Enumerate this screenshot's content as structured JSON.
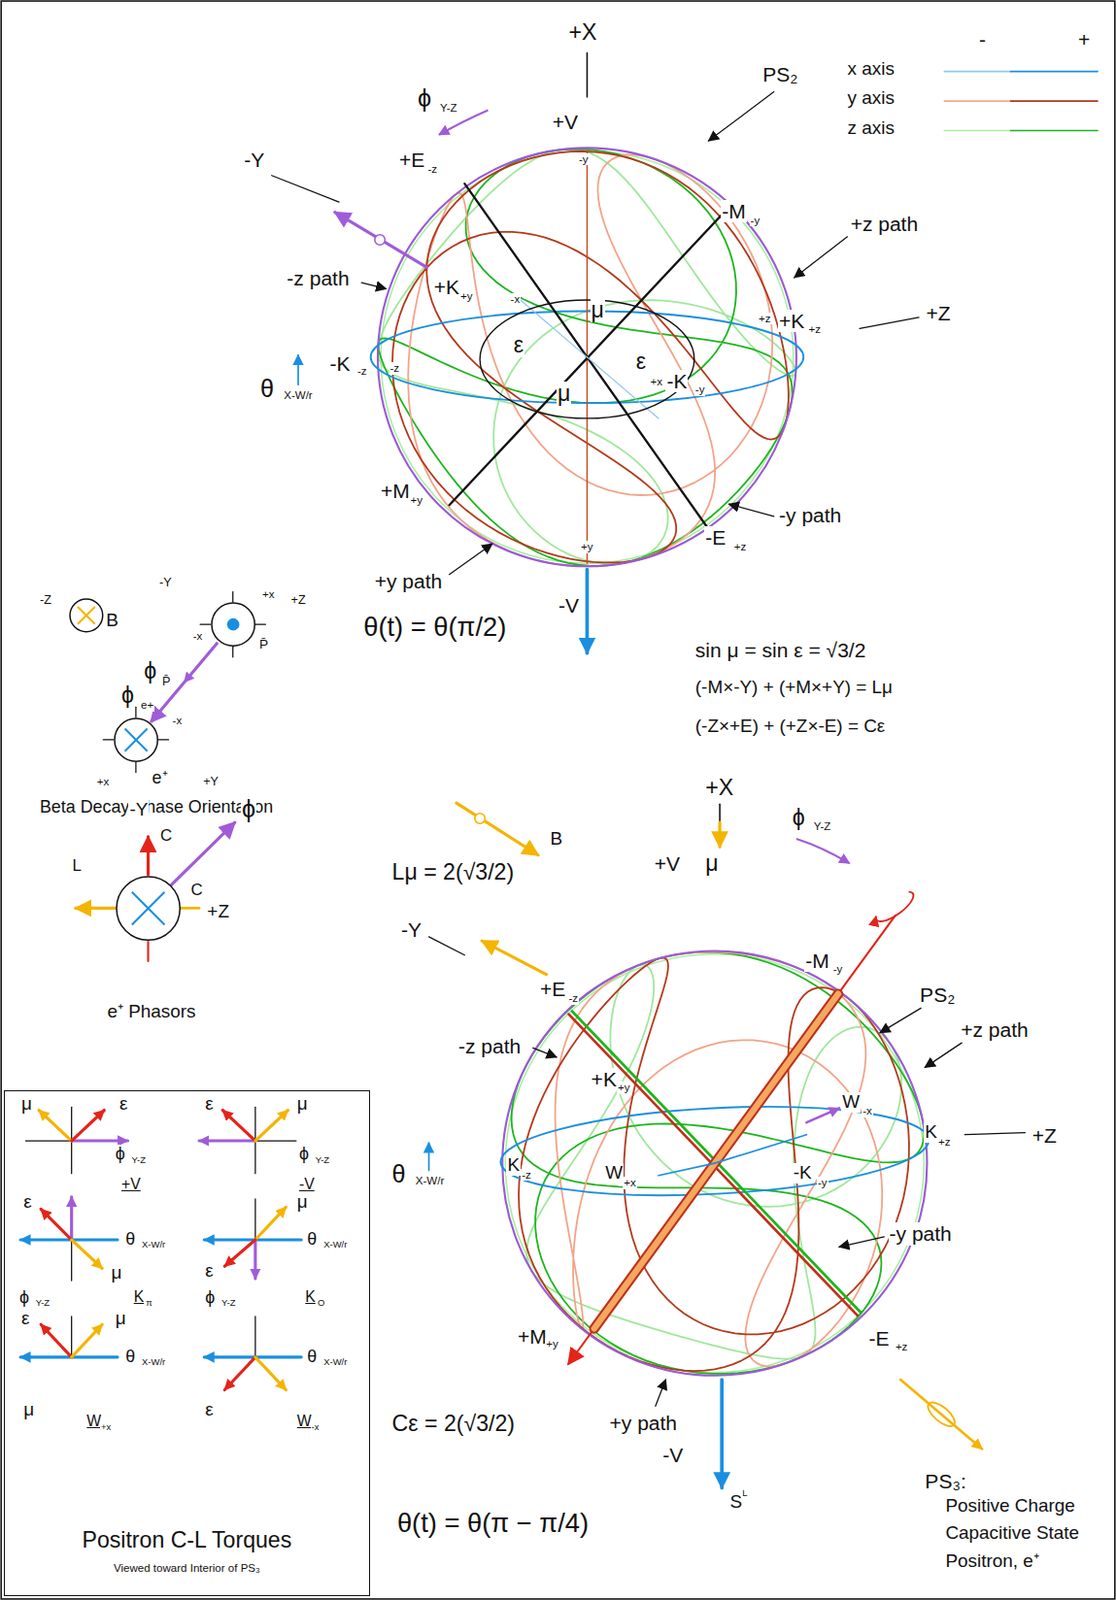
{
  "diagram": {
    "nodes": [
      {
        "text": [
          "B"
        ]
      },
      {
        "text": [
          "P̄"
        ]
      },
      {
        "text": [
          "e⁺"
        ]
      },
      {
        "text": [
          "e⁺ Phasors"
        ]
      },
      {
        "text": [
          "Positron C-L Torques",
          "Viewed toward Interior of PS₃"
        ]
      }
    ],
    "edges": [
      {
        "from": 1,
        "to": 2,
        "arrow": "to"
      }
    ],
    "labels": [
      "+X",
      "ϕ",
      "Y-Z",
      "+V",
      "PS₂",
      "-Y",
      "+E",
      "-z",
      "-y",
      "-M",
      "-y",
      "+z path",
      "-z path",
      "+K",
      "+y",
      "-x",
      "μ",
      "ε",
      "+z",
      "+K",
      "+z",
      "+Z",
      "-K",
      "-z",
      "-z",
      "θ",
      "X-W/r",
      "ε",
      "+x",
      "-K",
      "-y",
      "μ",
      "+M",
      "+y",
      "-y path",
      "-E",
      "+z",
      "+y",
      "+y path",
      "-V",
      "θ(t) = θ(π/2)",
      "sin μ = sin ε = √3/2",
      "(-M×-Y) + (+M×+Y) = Lμ",
      "(-Z×+E) + (+Z×-E) = Cε",
      "-",
      "+",
      "-Y",
      "+x",
      "-Z",
      "+Z",
      "-x",
      "-x",
      "ϕ",
      "P̄",
      "ϕ",
      "e+",
      "+x",
      "+Y",
      "Beta Decay Phase Orientation",
      "-Y",
      "C",
      "ϕ",
      "L",
      "C",
      "+Z",
      "μ",
      "ε",
      "ϕ",
      "Y-Z",
      "+V",
      "ε",
      "μ",
      "ϕ",
      "Y-Z",
      "-V",
      "ε",
      "θ",
      "X-W/r",
      "μ",
      "μ",
      "θ",
      "X-W/r",
      "ε",
      "ϕ",
      "Y-Z",
      "K",
      "π",
      "ϕ",
      "Y-Z",
      "K",
      "O",
      "ε",
      "μ",
      "θ",
      "X-W/r",
      "μ",
      "W",
      "+x",
      "θ",
      "X-W/r",
      "ε",
      "W",
      "-x",
      "+X",
      "ϕ",
      "Y-Z",
      "B",
      "Lμ = 2(√3/2)",
      "+V",
      "μ",
      "+E",
      "-z",
      "-Y",
      "-M",
      "-y",
      "PS₂",
      "+z path",
      "-z path",
      "+K",
      "+y",
      "W",
      "-x",
      "K",
      "+z",
      "+Z",
      "K",
      "-z",
      "θ",
      "X-W/r",
      "W",
      "+x",
      "-K",
      "-y",
      "-y path",
      "+M",
      "+y",
      "-E",
      "+z",
      "Cε = 2(√3/2)",
      "+y path",
      "-V",
      "S",
      "L",
      "θ(t) = θ(π − π/4)",
      "PS₃:",
      "Positive Charge",
      "Capacitive State",
      "Positron, e⁺"
    ],
    "legend": [
      {
        "text": "x axis"
      },
      {
        "text": "y axis"
      },
      {
        "text": "z axis"
      }
    ]
  }
}
